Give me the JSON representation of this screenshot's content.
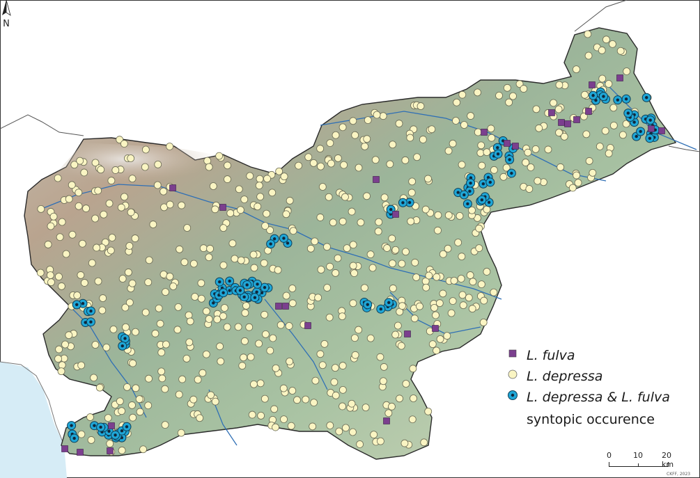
{
  "legend": {
    "fulva": "L. fulva",
    "depressa": "L. depressa",
    "syntopic": "L. depressa & L. fulva",
    "syntopic_sub": "syntopic occurence"
  },
  "scale": {
    "t0": "0",
    "t10": "10",
    "t20": "20 km"
  },
  "north": "N",
  "credit": "CKFF, 2023",
  "colors": {
    "fulva": "#7b3f8e",
    "depressa": "#faf5c3",
    "syntopic_ring": "#1fa6d6",
    "sea": "#d6ecf6",
    "land_outside": "#ffffff",
    "border": "#2a2a2a",
    "river": "#2f6fb5"
  }
}
